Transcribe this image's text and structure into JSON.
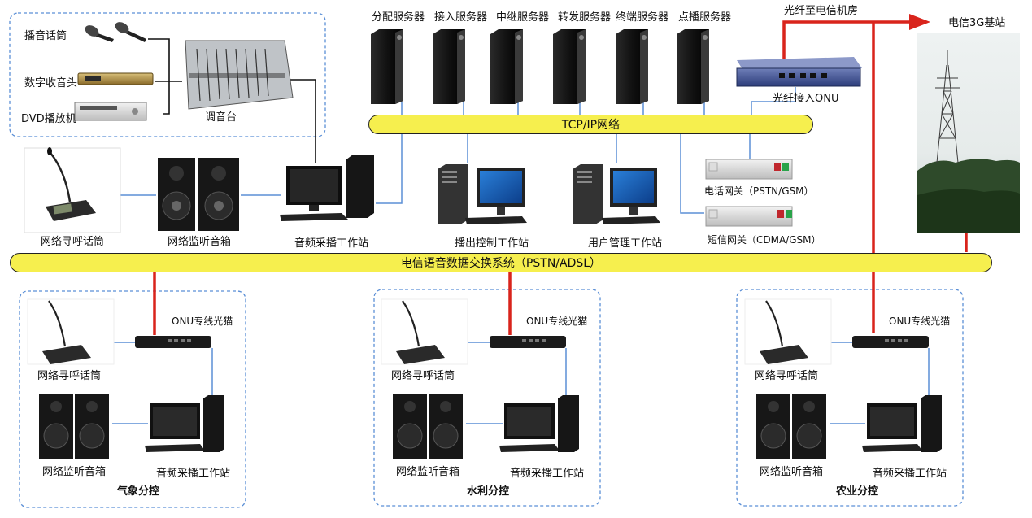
{
  "studio": {
    "mic_label": "播音话筒",
    "tuner_label": "数字收音头",
    "dvd_label": "DVD播放机",
    "mixer_label": "调音台"
  },
  "servers": [
    {
      "label": "分配服务器"
    },
    {
      "label": "接入服务器"
    },
    {
      "label": "中继服务器"
    },
    {
      "label": "转发服务器"
    },
    {
      "label": "终端服务器"
    },
    {
      "label": "点播服务器"
    }
  ],
  "fiber": {
    "to_telecom_label": "光纤至电信机房",
    "onu_label": "光纤接入ONU",
    "base_station_label": "电信3G基站"
  },
  "tcpip_bus": {
    "label": "TCP/IP网络"
  },
  "telecom_bus": {
    "label": "电信语音数据交换系统（PSTN/ADSL）"
  },
  "gateways": {
    "phone_label": "电话网关（PSTN/GSM）",
    "sms_label": "短信网关（CDMA/GSM）"
  },
  "center": {
    "paging_mic_label": "网络寻呼话筒",
    "monitor_speakers_label": "网络监听音箱",
    "audio_capture_label": "音频采播工作站",
    "broadcast_control_label": "播出控制工作站",
    "user_mgmt_label": "用户管理工作站"
  },
  "branches": [
    {
      "title": "气象分控",
      "modem_label": "ONU专线光猫",
      "mic_label": "网络寻呼话筒",
      "speakers_label": "网络监听音箱",
      "workstation_label": "音频采播工作站"
    },
    {
      "title": "水利分控",
      "modem_label": "ONU专线光猫",
      "mic_label": "网络寻呼话筒",
      "speakers_label": "网络监听音箱",
      "workstation_label": "音频采播工作站"
    },
    {
      "title": "农业分控",
      "modem_label": "ONU专线光猫",
      "mic_label": "网络寻呼话筒",
      "speakers_label": "网络监听音箱",
      "workstation_label": "音频采播工作站"
    }
  ],
  "colors": {
    "bus_fill": "#f6ef4e",
    "blue_link": "#5b8fd6",
    "red_link": "#d9241c",
    "dashed_box": "#5b8fd6"
  }
}
